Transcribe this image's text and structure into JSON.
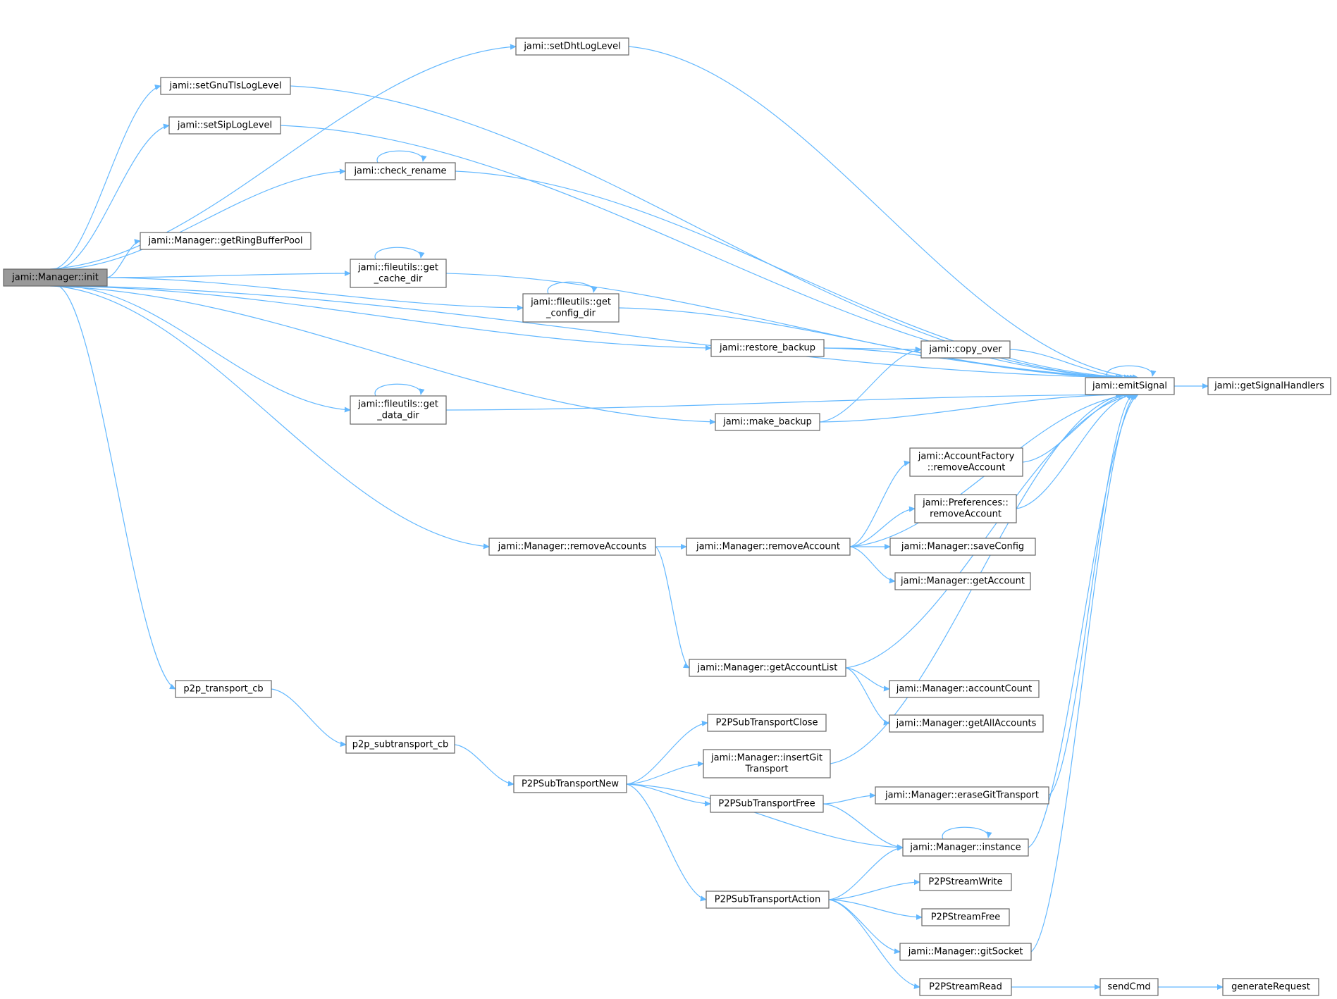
{
  "diagram": {
    "accent_color": "#63b8ff",
    "root_fill": "#999999",
    "nodes": [
      {
        "id": "init",
        "lines": [
          "jami::Manager::init"
        ],
        "root": true
      },
      {
        "id": "setDhtLogLevel",
        "lines": [
          "jami::setDhtLogLevel"
        ]
      },
      {
        "id": "setGnuTlsLogLevel",
        "lines": [
          "jami::setGnuTlsLogLevel"
        ]
      },
      {
        "id": "setSipLogLevel",
        "lines": [
          "jami::setSipLogLevel"
        ]
      },
      {
        "id": "check_rename",
        "lines": [
          "jami::check_rename"
        ]
      },
      {
        "id": "getRingBufferPool",
        "lines": [
          "jami::Manager::getRingBufferPool"
        ]
      },
      {
        "id": "get_cache_dir",
        "lines": [
          "jami::fileutils::get",
          "_cache_dir"
        ]
      },
      {
        "id": "get_config_dir",
        "lines": [
          "jami::fileutils::get",
          "_config_dir"
        ]
      },
      {
        "id": "restore_backup",
        "lines": [
          "jami::restore_backup"
        ]
      },
      {
        "id": "copy_over",
        "lines": [
          "jami::copy_over"
        ]
      },
      {
        "id": "emitSignal",
        "lines": [
          "jami::emitSignal"
        ]
      },
      {
        "id": "getSignalHandlers",
        "lines": [
          "jami::getSignalHandlers"
        ]
      },
      {
        "id": "get_data_dir",
        "lines": [
          "jami::fileutils::get",
          "_data_dir"
        ]
      },
      {
        "id": "make_backup",
        "lines": [
          "jami::make_backup"
        ]
      },
      {
        "id": "af_removeAccount",
        "lines": [
          "jami::AccountFactory",
          "::removeAccount"
        ]
      },
      {
        "id": "pref_removeAccount",
        "lines": [
          "jami::Preferences::",
          "removeAccount"
        ]
      },
      {
        "id": "removeAccounts",
        "lines": [
          "jami::Manager::removeAccounts"
        ]
      },
      {
        "id": "removeAccount",
        "lines": [
          "jami::Manager::removeAccount"
        ]
      },
      {
        "id": "saveConfig",
        "lines": [
          "jami::Manager::saveConfig"
        ]
      },
      {
        "id": "getAccount",
        "lines": [
          "jami::Manager::getAccount"
        ]
      },
      {
        "id": "getAccountList",
        "lines": [
          "jami::Manager::getAccountList"
        ]
      },
      {
        "id": "accountCount",
        "lines": [
          "jami::Manager::accountCount"
        ]
      },
      {
        "id": "getAllAccounts",
        "lines": [
          "jami::Manager::getAllAccounts"
        ]
      },
      {
        "id": "p2p_transport_cb",
        "lines": [
          "p2p_transport_cb"
        ]
      },
      {
        "id": "p2p_subtransport_cb",
        "lines": [
          "p2p_subtransport_cb"
        ]
      },
      {
        "id": "P2PSubTransportClose",
        "lines": [
          "P2PSubTransportClose"
        ]
      },
      {
        "id": "insertGitTransport",
        "lines": [
          "jami::Manager::insertGit",
          "Transport"
        ]
      },
      {
        "id": "P2PSubTransportNew",
        "lines": [
          "P2PSubTransportNew"
        ]
      },
      {
        "id": "P2PSubTransportFree",
        "lines": [
          "P2PSubTransportFree"
        ]
      },
      {
        "id": "eraseGitTransport",
        "lines": [
          "jami::Manager::eraseGitTransport"
        ]
      },
      {
        "id": "instance",
        "lines": [
          "jami::Manager::instance"
        ]
      },
      {
        "id": "P2PStreamWrite",
        "lines": [
          "P2PStreamWrite"
        ]
      },
      {
        "id": "P2PSubTransportAction",
        "lines": [
          "P2PSubTransportAction"
        ]
      },
      {
        "id": "P2PStreamFree",
        "lines": [
          "P2PStreamFree"
        ]
      },
      {
        "id": "gitSocket",
        "lines": [
          "jami::Manager::gitSocket"
        ]
      },
      {
        "id": "P2PStreamRead",
        "lines": [
          "P2PStreamRead"
        ]
      },
      {
        "id": "sendCmd",
        "lines": [
          "sendCmd"
        ]
      },
      {
        "id": "generateRequest",
        "lines": [
          "generateRequest"
        ]
      }
    ],
    "edges": [
      [
        "init",
        "setDhtLogLevel"
      ],
      [
        "init",
        "setGnuTlsLogLevel"
      ],
      [
        "init",
        "setSipLogLevel"
      ],
      [
        "init",
        "check_rename"
      ],
      [
        "init",
        "emitSignal"
      ],
      [
        "init",
        "getRingBufferPool"
      ],
      [
        "init",
        "get_cache_dir"
      ],
      [
        "init",
        "get_config_dir"
      ],
      [
        "init",
        "restore_backup"
      ],
      [
        "init",
        "get_data_dir"
      ],
      [
        "init",
        "make_backup"
      ],
      [
        "init",
        "removeAccounts"
      ],
      [
        "init",
        "p2p_transport_cb"
      ],
      [
        "setDhtLogLevel",
        "emitSignal"
      ],
      [
        "setGnuTlsLogLevel",
        "emitSignal"
      ],
      [
        "setSipLogLevel",
        "emitSignal"
      ],
      [
        "check_rename",
        "check_rename"
      ],
      [
        "check_rename",
        "emitSignal"
      ],
      [
        "get_cache_dir",
        "get_cache_dir"
      ],
      [
        "get_cache_dir",
        "emitSignal"
      ],
      [
        "get_config_dir",
        "get_config_dir"
      ],
      [
        "get_config_dir",
        "emitSignal"
      ],
      [
        "restore_backup",
        "emitSignal"
      ],
      [
        "restore_backup",
        "copy_over"
      ],
      [
        "copy_over",
        "emitSignal"
      ],
      [
        "get_data_dir",
        "get_data_dir"
      ],
      [
        "get_data_dir",
        "emitSignal"
      ],
      [
        "make_backup",
        "copy_over"
      ],
      [
        "make_backup",
        "emitSignal"
      ],
      [
        "emitSignal",
        "emitSignal"
      ],
      [
        "emitSignal",
        "getSignalHandlers"
      ],
      [
        "af_removeAccount",
        "emitSignal"
      ],
      [
        "pref_removeAccount",
        "emitSignal"
      ],
      [
        "removeAccounts",
        "removeAccount"
      ],
      [
        "removeAccounts",
        "getAccountList"
      ],
      [
        "removeAccount",
        "af_removeAccount"
      ],
      [
        "removeAccount",
        "pref_removeAccount"
      ],
      [
        "removeAccount",
        "saveConfig"
      ],
      [
        "removeAccount",
        "getAccount"
      ],
      [
        "removeAccount",
        "emitSignal"
      ],
      [
        "getAccountList",
        "emitSignal"
      ],
      [
        "getAccountList",
        "accountCount"
      ],
      [
        "getAccountList",
        "getAllAccounts"
      ],
      [
        "p2p_transport_cb",
        "p2p_subtransport_cb"
      ],
      [
        "p2p_subtransport_cb",
        "P2PSubTransportNew"
      ],
      [
        "P2PSubTransportNew",
        "P2PSubTransportClose"
      ],
      [
        "P2PSubTransportNew",
        "insertGitTransport"
      ],
      [
        "P2PSubTransportNew",
        "P2PSubTransportFree"
      ],
      [
        "P2PSubTransportNew",
        "instance"
      ],
      [
        "P2PSubTransportNew",
        "P2PSubTransportAction"
      ],
      [
        "insertGitTransport",
        "emitSignal"
      ],
      [
        "P2PSubTransportFree",
        "eraseGitTransport"
      ],
      [
        "P2PSubTransportFree",
        "instance"
      ],
      [
        "eraseGitTransport",
        "emitSignal"
      ],
      [
        "instance",
        "instance"
      ],
      [
        "instance",
        "emitSignal"
      ],
      [
        "P2PSubTransportAction",
        "instance"
      ],
      [
        "P2PSubTransportAction",
        "P2PStreamWrite"
      ],
      [
        "P2PSubTransportAction",
        "P2PStreamFree"
      ],
      [
        "P2PSubTransportAction",
        "gitSocket"
      ],
      [
        "P2PSubTransportAction",
        "P2PStreamRead"
      ],
      [
        "gitSocket",
        "emitSignal"
      ],
      [
        "P2PStreamRead",
        "sendCmd"
      ],
      [
        "sendCmd",
        "generateRequest"
      ]
    ]
  }
}
